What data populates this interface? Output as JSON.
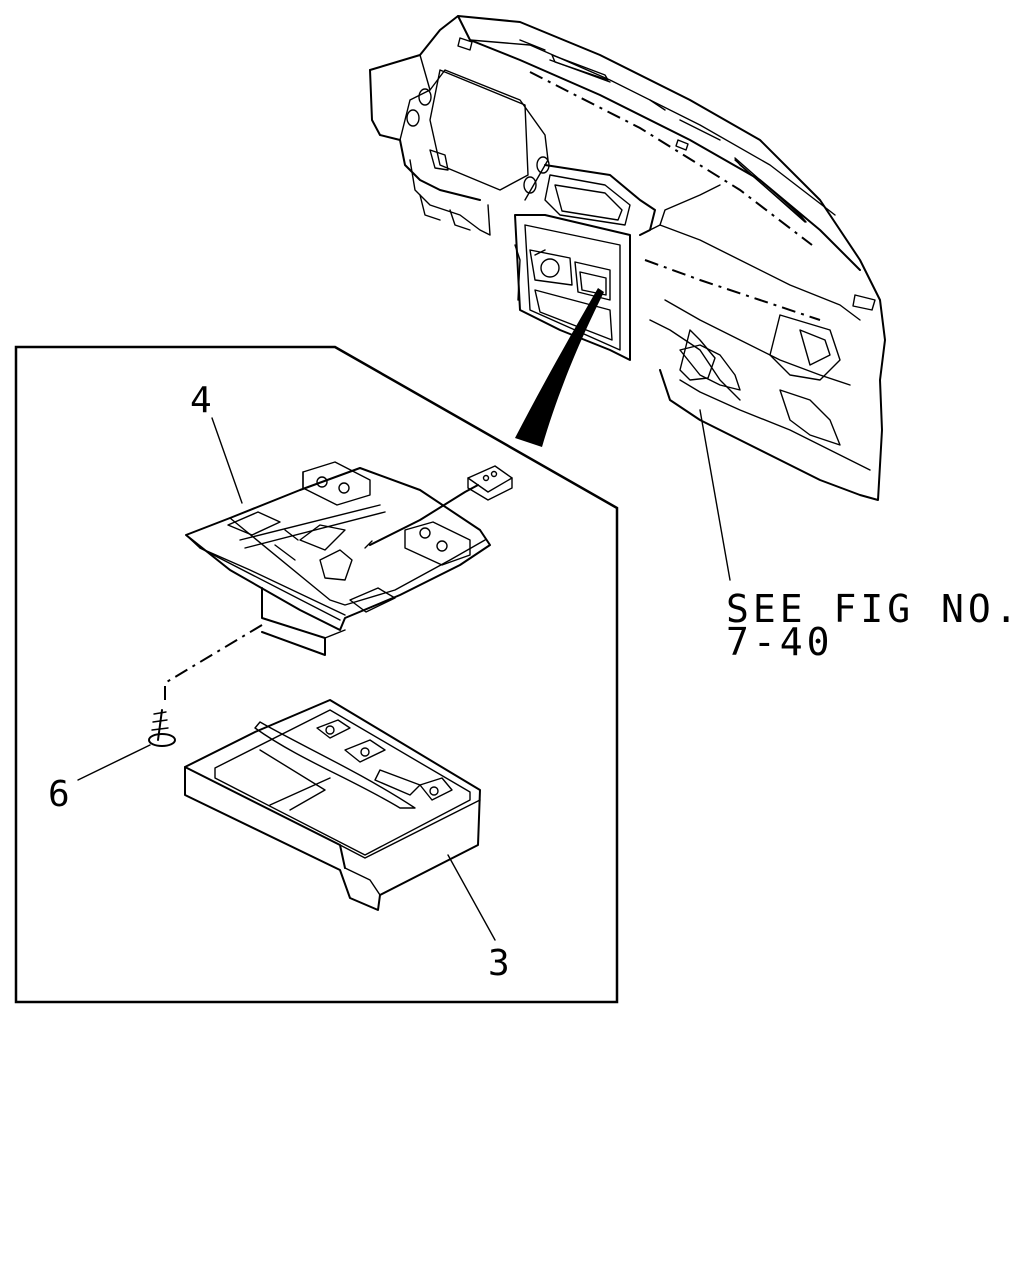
{
  "callouts": {
    "part_3": "3",
    "part_4": "4",
    "part_6": "6"
  },
  "reference": {
    "line1": "SEE FIG NO.",
    "line2": "7-40"
  },
  "parts": {
    "dashboard": "dashboard-assembly",
    "tray_upper": "tray-upper-part-4",
    "tray_lower": "tray-lower-part-3",
    "screw": "screw-part-6"
  }
}
